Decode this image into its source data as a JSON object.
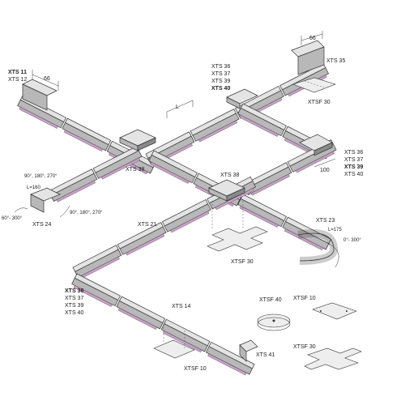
{
  "colors": {
    "line": "#333333",
    "track_top": "#e4e4e4",
    "track_side": "#b8b8b8",
    "track_dark": "#8a8a8a",
    "diffuser": "#c8a0c8",
    "plate": "#eeeeee"
  },
  "labels": {
    "xts11": "XTS 11",
    "xts12": "XTS 12",
    "dim66_left": "66",
    "dim66_right": "66",
    "xts35": "XTS 35",
    "top_group": [
      "XTS 36",
      "XTS 37",
      "XTS 39",
      "XTS 40"
    ],
    "dimL": "L",
    "xtsf30_top": "XTSF 30",
    "right_group": [
      "XTS 36",
      "XTS 37",
      "XTS 39",
      "XTS 40"
    ],
    "dim100": "100",
    "xts38_left": "XTS 38",
    "xts38_center": "XTS 38",
    "angle_top": "90°, 180°, 270°",
    "angle_bottom": "90°, 180°, 270°",
    "l160": "L=160",
    "angle_60_300": "60°- 300°",
    "xts24": "XTS 24",
    "xts21": "XTS 21",
    "xts23": "XTS 23",
    "l175": "L=175",
    "angle_0_300": "0°- 300°",
    "xtsf30_center": "XTSF 30",
    "left_group": [
      "XTS 36",
      "XTS 37",
      "XTS 39",
      "XTS 40"
    ],
    "xts14": "XTS 14",
    "xtsf40": "XTSF 40",
    "xtsf10_right": "XTSF 10",
    "xtsf30_right": "XTSF 30",
    "xts41": "XTS 41",
    "xtsf10_bottom": "XTSF 10"
  }
}
